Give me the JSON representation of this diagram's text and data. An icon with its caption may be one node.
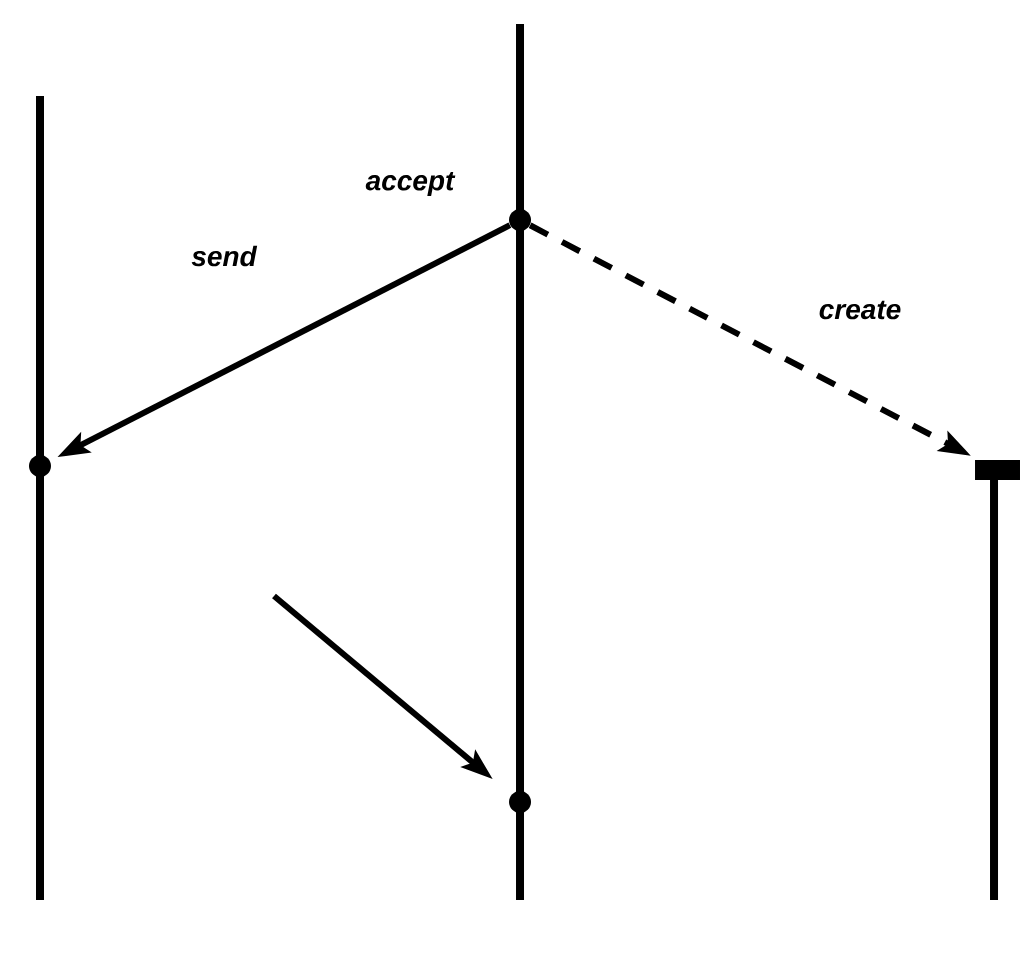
{
  "diagram": {
    "nodes": [
      {
        "text": [],
        "shape": "circle",
        "beside": [
          "accept"
        ]
      },
      {
        "text": [],
        "shape": "circle"
      },
      {
        "text": [],
        "shape": "bar"
      },
      {
        "text": [],
        "shape": "circle"
      }
    ],
    "edges": [
      {
        "from": 0,
        "to": 1,
        "arrow": "to",
        "label": "send"
      },
      {
        "from": 0,
        "to": 2,
        "arrow": "to",
        "label": "create",
        "style": "dashed"
      },
      {
        "from": null,
        "to": 3,
        "arrow": "to"
      }
    ]
  }
}
